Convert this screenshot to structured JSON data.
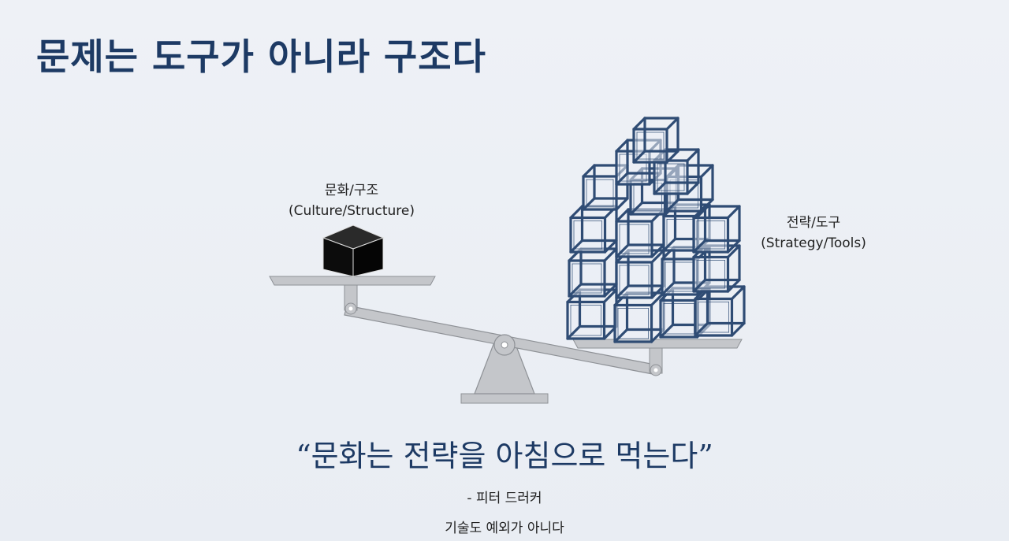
{
  "slide": {
    "title": "문제는 도구가 아니라 구조다",
    "left_label_ko": "문화/구조",
    "left_label_en": "(Culture/Structure)",
    "right_label_ko": "전략/도구",
    "right_label_en": "(Strategy/Tools)",
    "quote": "“문화는 전략을 아침으로 먹는다”",
    "author": "- 피터 드러커",
    "note": "기술도 예외가 아니다"
  },
  "colors": {
    "title": "#1d3a64",
    "scale_fill": "#c4c6ca",
    "scale_stroke": "#8e9196",
    "cube_fill": "#111111",
    "lattice_stroke": "#2f4c74"
  },
  "icons": [
    "balance-scale-icon",
    "solid-cube-icon",
    "cube-lattice-icon"
  ]
}
